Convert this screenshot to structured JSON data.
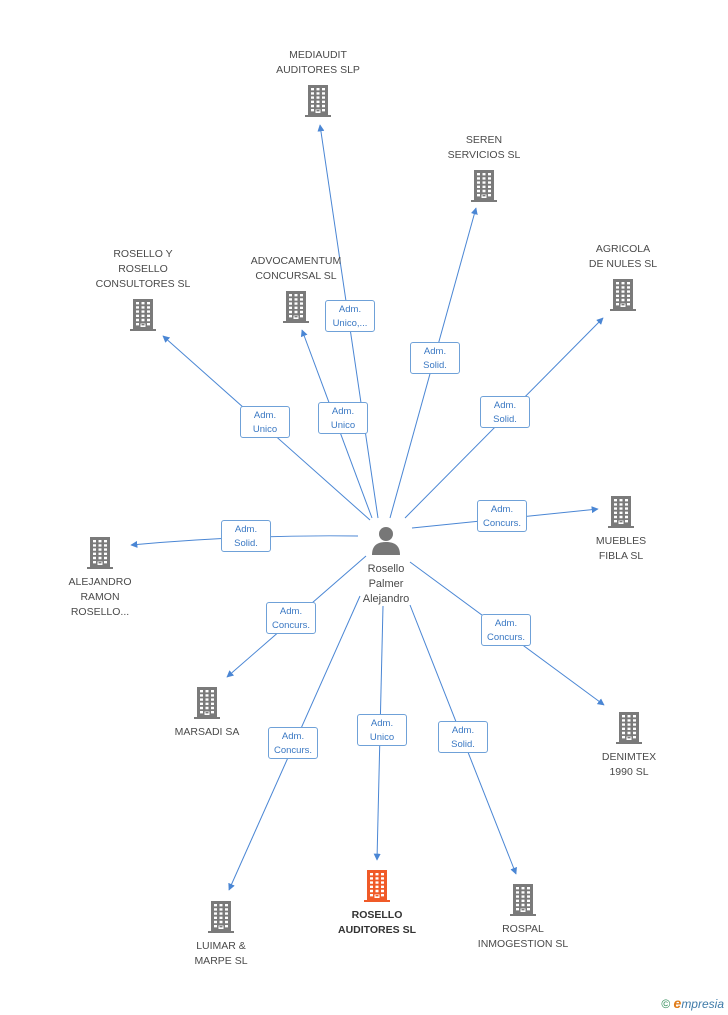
{
  "colors": {
    "edge": "#4a86d4",
    "building": "#7a7a7a",
    "focus": "#f05a28",
    "person": "#777777"
  },
  "center": {
    "label": [
      "Rosello",
      "Palmer",
      "Alejandro"
    ],
    "icon": "person-icon"
  },
  "companies": [
    {
      "id": "mediaudit",
      "label": [
        "MEDIAUDIT",
        "AUDITORES SLP"
      ],
      "icon": "building-icon"
    },
    {
      "id": "seren",
      "label": [
        "SEREN",
        "SERVICIOS SL"
      ],
      "icon": "building-icon"
    },
    {
      "id": "agricola",
      "label": [
        "AGRICOLA",
        "DE NULES SL"
      ],
      "icon": "building-icon"
    },
    {
      "id": "rosello-y-rosello",
      "label": [
        "ROSELLO Y",
        "ROSELLO",
        "CONSULTORES SL"
      ],
      "icon": "building-icon"
    },
    {
      "id": "advocamentum",
      "label": [
        "ADVOCAMENTUM",
        "CONCURSAL SL"
      ],
      "icon": "building-icon"
    },
    {
      "id": "muebles",
      "label": [
        "MUEBLES",
        "FIBLA SL"
      ],
      "icon": "building-icon"
    },
    {
      "id": "alejandro",
      "label": [
        "ALEJANDRO",
        "RAMON",
        "ROSELLO..."
      ],
      "icon": "building-icon"
    },
    {
      "id": "marsadi",
      "label": [
        "MARSADI SA"
      ],
      "icon": "building-icon"
    },
    {
      "id": "denimtex",
      "label": [
        "DENIMTEX",
        "1990  SL"
      ],
      "icon": "building-icon"
    },
    {
      "id": "luimar",
      "label": [
        "LUIMAR &",
        "MARPE SL"
      ],
      "icon": "building-icon"
    },
    {
      "id": "rosello-auditores",
      "label": [
        "ROSELLO",
        "AUDITORES SL"
      ],
      "icon": "building-icon",
      "highlight": true
    },
    {
      "id": "rospal",
      "label": [
        "ROSPAL",
        "INMOGESTION SL"
      ],
      "icon": "building-icon"
    }
  ],
  "edges": [
    {
      "to": "mediaudit",
      "label": [
        "Adm.",
        "Unico,..."
      ]
    },
    {
      "to": "seren",
      "label": [
        "Adm.",
        "Solid."
      ]
    },
    {
      "to": "agricola",
      "label": [
        "Adm.",
        "Solid."
      ]
    },
    {
      "to": "rosello-y-rosello",
      "label": [
        "Adm.",
        "Unico"
      ]
    },
    {
      "to": "advocamentum",
      "label": [
        "Adm.",
        "Unico"
      ]
    },
    {
      "to": "muebles",
      "label": [
        "Adm.",
        "Concurs."
      ]
    },
    {
      "to": "alejandro",
      "label": [
        "Adm.",
        "Solid."
      ]
    },
    {
      "to": "marsadi",
      "label": [
        "Adm.",
        "Concurs."
      ]
    },
    {
      "to": "denimtex",
      "label": [
        "Adm.",
        "Concurs."
      ]
    },
    {
      "to": "luimar",
      "label": [
        "Adm.",
        "Concurs."
      ]
    },
    {
      "to": "rosello-auditores",
      "label": [
        "Adm.",
        "Unico"
      ]
    },
    {
      "to": "rospal",
      "label": [
        "Adm.",
        "Solid."
      ]
    }
  ],
  "footer": {
    "copyright": "©",
    "brand_initial": "e",
    "brand_rest": "mpresia"
  }
}
